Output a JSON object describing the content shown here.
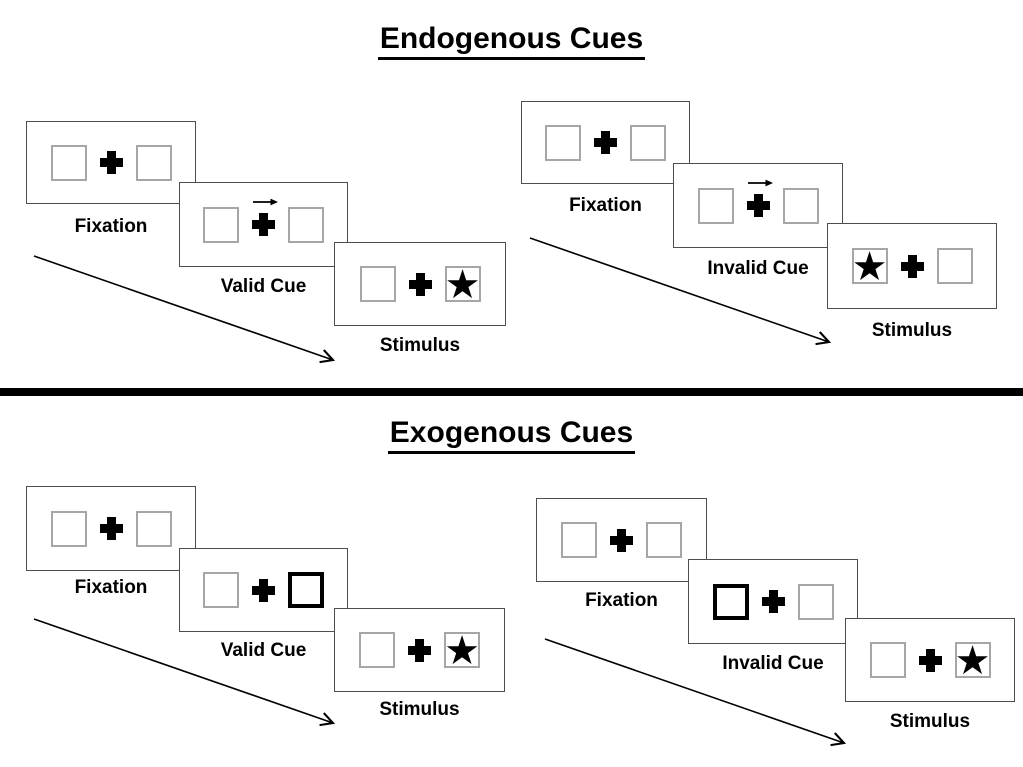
{
  "diagram": {
    "endogenous": {
      "title": "Endogenous Cues",
      "valid_sequence": {
        "fixation_label": "Fixation",
        "cue_label": "Valid Cue",
        "stimulus_label": "Stimulus",
        "cue_glyph": "right-arrow-over-fixation-cross",
        "stimulus_star_side": "right"
      },
      "invalid_sequence": {
        "fixation_label": "Fixation",
        "cue_label": "Invalid Cue",
        "stimulus_label": "Stimulus",
        "cue_glyph": "right-arrow-over-fixation-cross",
        "stimulus_star_side": "left"
      }
    },
    "exogenous": {
      "title": "Exogenous Cues",
      "valid_sequence": {
        "fixation_label": "Fixation",
        "cue_label": "Valid Cue",
        "stimulus_label": "Stimulus",
        "cue_glyph": "highlighted-right-box",
        "stimulus_star_side": "right"
      },
      "invalid_sequence": {
        "fixation_label": "Fixation",
        "cue_label": "Invalid Cue",
        "stimulus_label": "Stimulus",
        "cue_glyph": "highlighted-left-box",
        "stimulus_star_side": "right"
      }
    },
    "icons": {
      "star_glyph": "★"
    },
    "colors": {
      "ink": "#000000",
      "panel_border": "#4d4d4d",
      "box_border": "#a6a6a6",
      "highlight_box_border": "#000000",
      "background": "#ffffff"
    }
  }
}
